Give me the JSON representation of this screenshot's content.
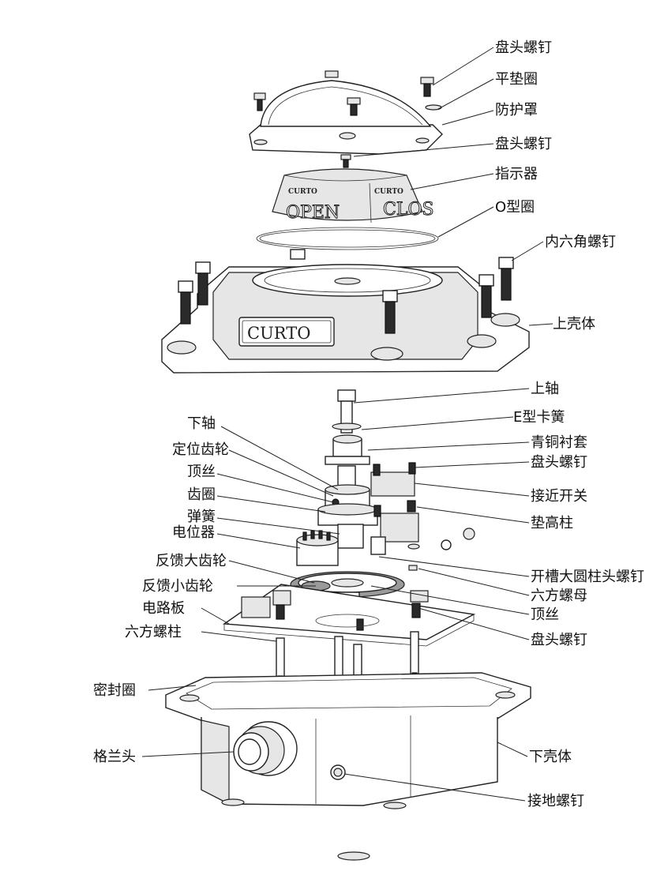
{
  "labels": {
    "pan_head_screw_1": "盘头螺钉",
    "flat_washer": "平垫圈",
    "protective_cover": "防护罩",
    "pan_head_screw_2": "盘头螺钉",
    "indicator": "指示器",
    "o_ring": "O型圈",
    "hex_socket_screw": "内六角螺钉",
    "upper_housing": "上壳体",
    "upper_shaft": "上轴",
    "e_clip": "E型卡簧",
    "bronze_bushing": "青铜衬套",
    "pan_head_screw_3": "盘头螺钉",
    "proximity_switch": "接近开关",
    "spacer_column": "垫高柱",
    "slotted_cheese_screw": "开槽大圆柱头螺钉",
    "hex_nut": "六方螺母",
    "set_screw_right": "顶丝",
    "pan_head_screw_4": "盘头螺钉",
    "ground_screw": "接地螺钉",
    "lower_housing": "下壳体",
    "lower_shaft": "下轴",
    "locating_gear": "定位齿轮",
    "set_screw_left": "顶丝",
    "ring_gear": "齿圈",
    "spring": "弹簧",
    "potentiometer": "电位器",
    "feedback_big_gear": "反馈大齿轮",
    "feedback_small_gear": "反馈小齿轮",
    "circuit_board": "电路板",
    "hex_standoff": "六方螺柱",
    "seal_ring": "密封圈",
    "cable_gland": "格兰头"
  },
  "markings": {
    "brand": "CURTO",
    "indicator_open": "OPEN",
    "indicator_close": "CLOS",
    "indicator_brand_left": "CURTO",
    "indicator_brand_right": "CURTO"
  }
}
